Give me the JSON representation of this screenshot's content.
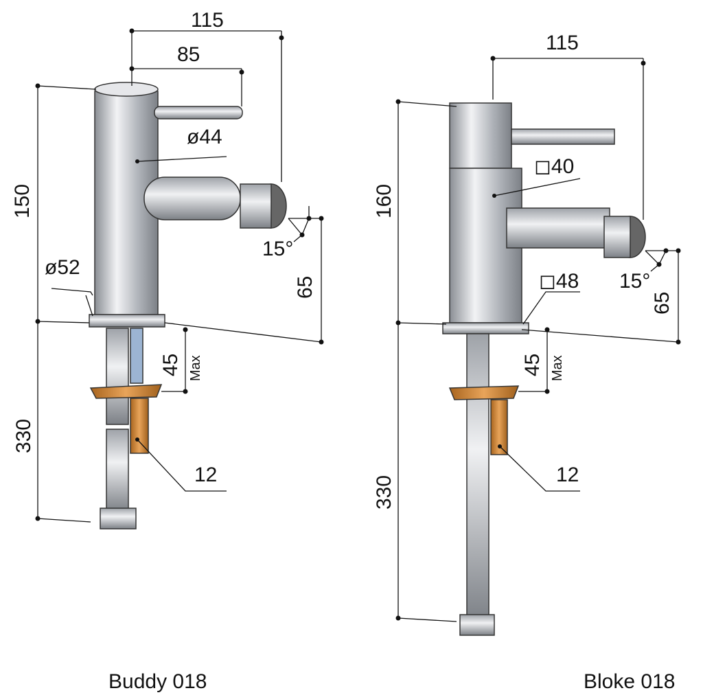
{
  "products": [
    {
      "name": "Buddy 018",
      "dims": {
        "width_total": "115",
        "width_lever": "85",
        "height": "150",
        "body_diameter": "ø44",
        "base_diameter": "ø52",
        "angle": "15°",
        "spout_height": "65",
        "deck_thickness": "45",
        "deck_max": "Max",
        "hose_length": "330",
        "thread": "12"
      }
    },
    {
      "name": "Bloke 018",
      "dims": {
        "width_total": "115",
        "height": "160",
        "body_square": "40",
        "base_square": "48",
        "angle": "15°",
        "spout_height": "65",
        "deck_thickness": "45",
        "deck_max": "Max",
        "hose_length": "330",
        "thread": "12"
      }
    }
  ],
  "colors": {
    "chrome": "#b8bcc2",
    "brass": "#d08a3a",
    "line": "#111111"
  }
}
